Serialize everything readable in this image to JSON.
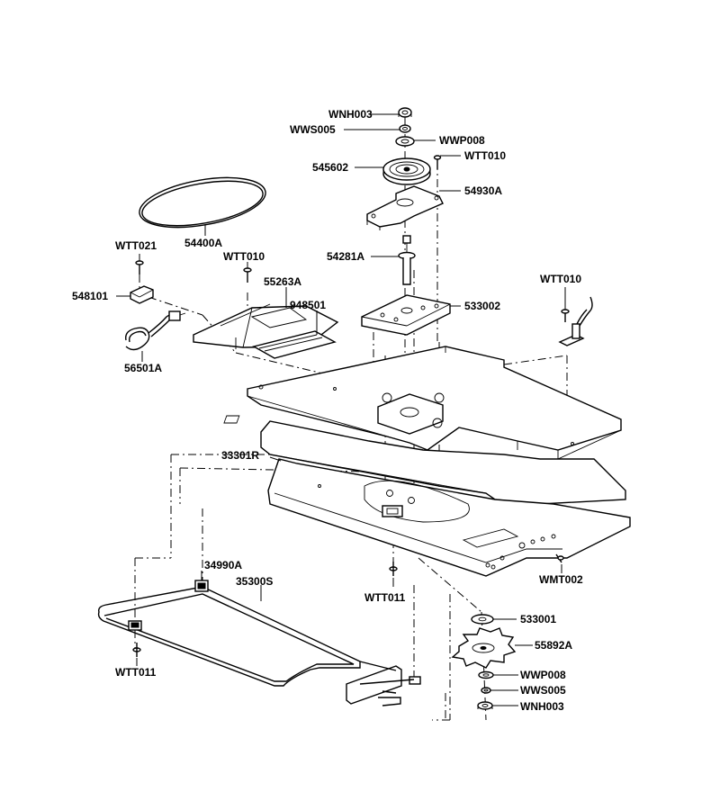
{
  "labels": {
    "wnh003_top": "WNH003",
    "wws005_top": "WWS005",
    "wwp008_top": "WWP008",
    "wtt010_top": "WTT010",
    "p545602": "545602",
    "p54930a": "54930A",
    "p54400a": "54400A",
    "wtt021": "WTT021",
    "wtt010_left": "WTT010",
    "p548101": "548101",
    "p55263a": "55263A",
    "p948501": "948501",
    "p54281a": "54281A",
    "p533002": "533002",
    "wtt010_right": "WTT010",
    "p56501a": "56501A",
    "p33301r": "33301R",
    "wmt002": "WMT002",
    "wtt011_center": "WTT011",
    "p34990a": "34990A",
    "p35300s": "35300S",
    "p533001": "533001",
    "p55892a": "55892A",
    "wwp008_bottom": "WWP008",
    "wws005_bottom": "WWS005",
    "wnh003_bottom": "WNH003",
    "wtt011_left": "WTT011"
  }
}
